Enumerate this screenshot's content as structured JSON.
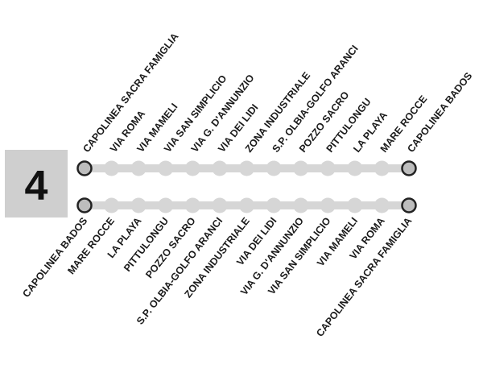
{
  "route": {
    "number": "4",
    "badge_color": "#cfcfcf",
    "line_color": "#d6d6d6",
    "stop_color": "#d6d6d6",
    "terminus_fill": "#bdbdbd",
    "terminus_stroke": "#222222"
  },
  "outbound": {
    "stops": [
      "CAPOLINEA SACRA FAMIGLIA",
      "VIA ROMA",
      "VIA MAMELI",
      "VIA SAN SIMPLICIO",
      "VIA G. D'ANNUNZIO",
      "VIA DEI LIDI",
      "ZONA INDUSTRIALE",
      "S.P. OLBIA-GOLFO ARANCI",
      "POZZO SACRO",
      "PITTULONGU",
      "LA PLAYA",
      "MARE ROCCE",
      "CAPOLINEA BADOS"
    ]
  },
  "inbound": {
    "stops": [
      "CAPOLINEA BADOS",
      "MARE ROCCE",
      "LA PLAYA",
      "PITTULONGU",
      "POZZO SACRO",
      "S.P. OLBIA-GOLFO ARANCI",
      "ZONA INDUSTRIALE",
      "VIA DEI LIDI",
      "VIA G. D'ANNUNZIO",
      "VIA SAN SIMPLICIO",
      "VIA MAMELI",
      "VIA ROMA",
      "CAPOLINEA SACRA FAMIGLIA"
    ]
  }
}
